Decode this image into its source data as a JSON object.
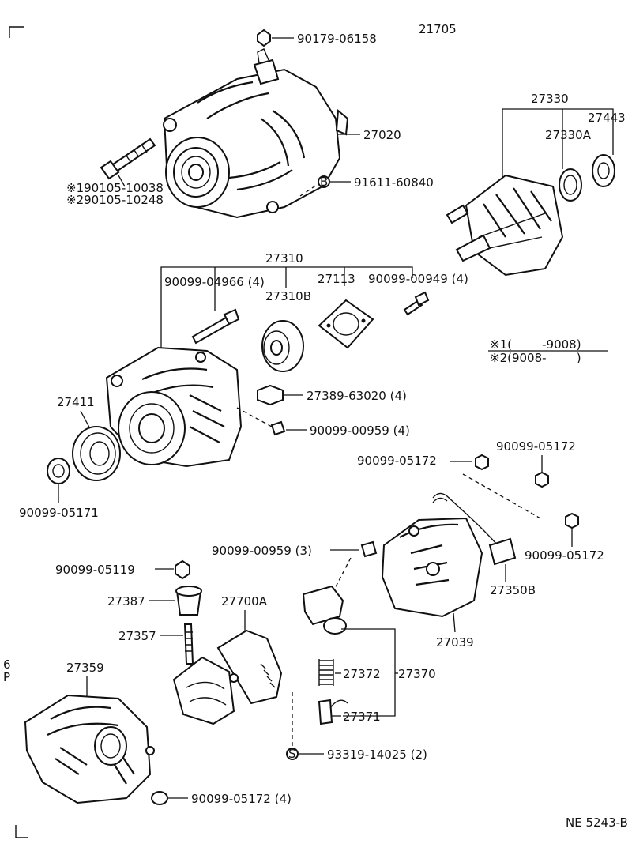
{
  "diagram": {
    "corner_code": "NE 5243-B",
    "top_partial_label": "21705",
    "margin_marks": [
      "6",
      "P"
    ],
    "note_1": "※1(        -9008)",
    "note_2": "※2(9008-        )",
    "symbol_b": "B",
    "symbol_s": "S",
    "labels": {
      "p_90179_06158": "90179-06158",
      "p_27020": "27020",
      "p_190105": "※190105-10038",
      "p_290105": "※290105-10248",
      "p_91611": "91611-60840",
      "p_27330": "27330",
      "p_27443": "27443",
      "p_27330a": "27330A",
      "p_27310": "27310",
      "p_90099_04966": "90099-04966 (4)",
      "p_27113": "27113",
      "p_90099_00949": "90099-00949 (4)",
      "p_27310b": "27310B",
      "p_27389": "27389-63020 (4)",
      "p_27411": "27411",
      "p_90099_00959_4": "90099-00959 (4)",
      "p_90099_05172_a": "90099-05172",
      "p_90099_05172_b": "90099-05172",
      "p_90099_05171": "90099-05171",
      "p_90099_00959_3": "90099-00959 (3)",
      "p_90099_05172_c": "90099-05172",
      "p_90099_05119": "90099-05119",
      "p_27350b": "27350B",
      "p_27387": "27387",
      "p_27700a": "27700A",
      "p_27357": "27357",
      "p_27039": "27039",
      "p_27372": "27372",
      "p_27370": "27370",
      "p_27359": "27359",
      "p_27371": "27371",
      "p_93319": "93319-14025 (2)",
      "p_90099_05172_4": "90099-05172 (4)"
    }
  }
}
